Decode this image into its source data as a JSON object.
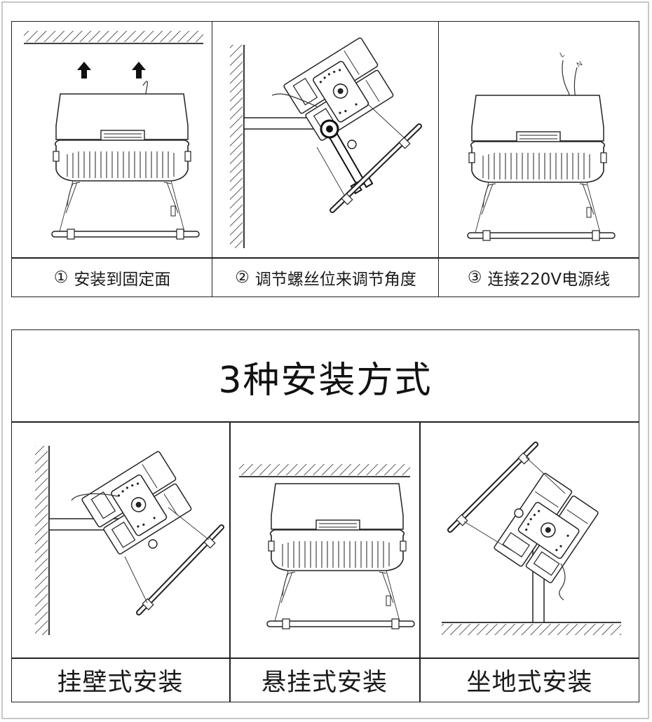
{
  "steps": [
    {
      "marker": "①",
      "label": "安装到固定面"
    },
    {
      "marker": "②",
      "label": "调节螺丝位来调节角度"
    },
    {
      "marker": "③",
      "label": "连接220V电源线"
    }
  ],
  "wire_marks": [
    "L",
    "N"
  ],
  "heading": "3种安装方式",
  "methods": [
    {
      "label": "挂壁式安装"
    },
    {
      "label": "悬挂式安装"
    },
    {
      "label": "坐地式安装"
    }
  ]
}
